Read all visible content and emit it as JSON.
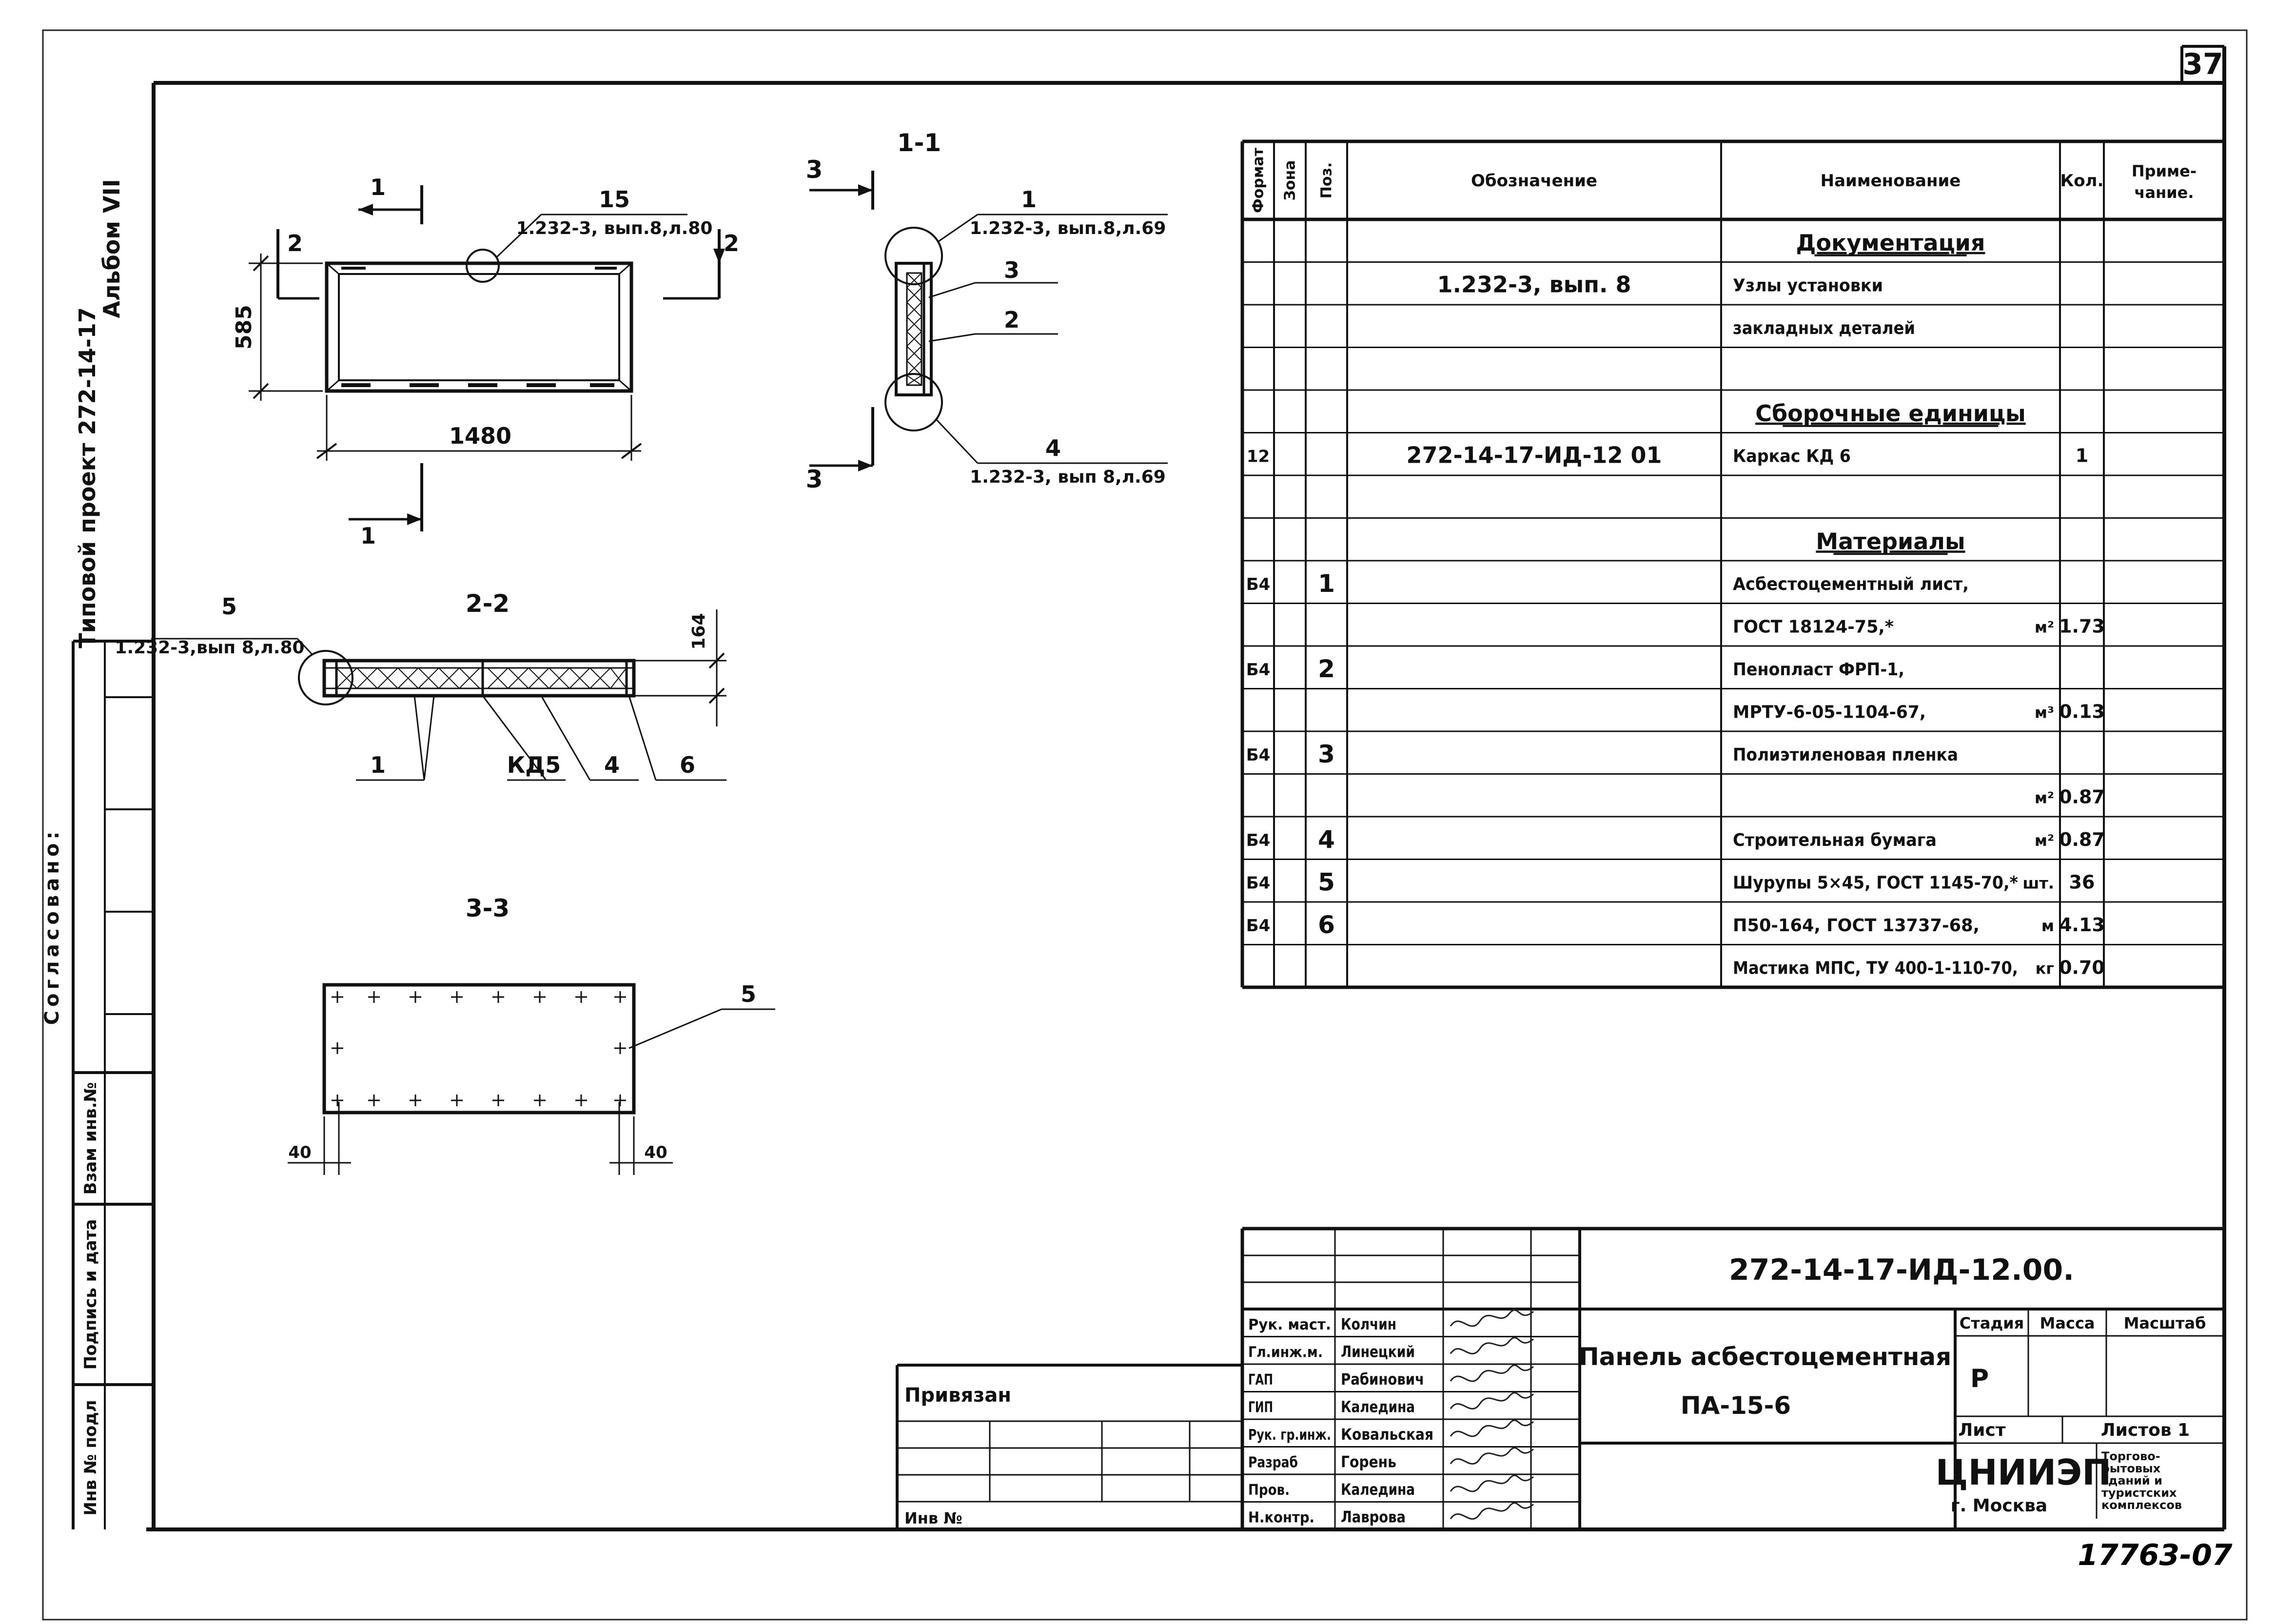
{
  "sheet": {
    "page_number": "37",
    "album": "Альбом VII",
    "project": "Типовой проект 272-14-17",
    "agreed": "Согласовано:",
    "inventory_code": "17763-07"
  },
  "binding": {
    "inv_exchange": "Взам инв.№",
    "sign_date": "Подпись и дата",
    "inv_orig": "Инв № подл"
  },
  "section_1_1": {
    "title": "1-1",
    "cut_label": "3",
    "callout_top": {
      "num": "1",
      "ref": "1.232-3, вып.8,л.69"
    },
    "callout_bottom": {
      "num": "4",
      "ref": "1.232-3, вып 8,л.69"
    },
    "pos_labels": [
      "3",
      "2"
    ]
  },
  "plan_view": {
    "dim_length": "1480",
    "dim_width": "585",
    "cut_top": "1",
    "cut_bottom": "1",
    "cut_right": "2",
    "cut_left": "2",
    "callout": {
      "num": "15",
      "ref": "1.232-3, вып.8,л.80"
    }
  },
  "section_2_2": {
    "title": "2-2",
    "dim": "164",
    "callout": {
      "num": "5",
      "ref": "1.232-3,вып 8,л.80"
    },
    "labels": [
      "1",
      "КД5",
      "4",
      "6"
    ]
  },
  "section_3_3": {
    "title": "3-3",
    "pos": "5",
    "dim_left": "40",
    "dim_right": "40"
  },
  "spec_table": {
    "headers": [
      "Формат",
      "Зона",
      "Поз.",
      "Обозначение",
      "Наименование",
      "Кол.",
      "Приме-\nчание."
    ],
    "rows": [
      {
        "fmt": "",
        "zone": "",
        "pos": "",
        "des": "",
        "name": "Документация",
        "qty": "",
        "unit": "",
        "note": "",
        "heading": true
      },
      {
        "fmt": "",
        "zone": "",
        "pos": "",
        "des": "1.232-3, вып. 8",
        "name": "Узлы установки",
        "qty": "",
        "unit": "",
        "note": ""
      },
      {
        "fmt": "",
        "zone": "",
        "pos": "",
        "des": "",
        "name": "закладных деталей",
        "qty": "",
        "unit": "",
        "note": ""
      },
      {
        "fmt": "",
        "zone": "",
        "pos": "",
        "des": "",
        "name": "",
        "qty": "",
        "unit": "",
        "note": ""
      },
      {
        "fmt": "",
        "zone": "",
        "pos": "",
        "des": "",
        "name": "Сборочные единицы",
        "qty": "",
        "unit": "",
        "note": "",
        "heading": true
      },
      {
        "fmt": "12",
        "zone": "",
        "pos": "",
        "des": "272-14-17-ИД-12 01",
        "name": "Каркас КД 6",
        "qty": "1",
        "unit": "",
        "note": ""
      },
      {
        "fmt": "",
        "zone": "",
        "pos": "",
        "des": "",
        "name": "",
        "qty": "",
        "unit": "",
        "note": ""
      },
      {
        "fmt": "",
        "zone": "",
        "pos": "",
        "des": "",
        "name": "Материалы",
        "qty": "",
        "unit": "",
        "note": "",
        "heading": true
      },
      {
        "fmt": "Б4",
        "zone": "",
        "pos": "1",
        "des": "",
        "name": "Асбестоцементный лист,",
        "qty": "",
        "unit": "",
        "note": ""
      },
      {
        "fmt": "",
        "zone": "",
        "pos": "",
        "des": "",
        "name": "ГОСТ 18124-75,*",
        "qty": "1.73",
        "unit": "м²",
        "note": ""
      },
      {
        "fmt": "Б4",
        "zone": "",
        "pos": "2",
        "des": "",
        "name": "Пенопласт ФРП-1,",
        "qty": "",
        "unit": "",
        "note": ""
      },
      {
        "fmt": "",
        "zone": "",
        "pos": "",
        "des": "",
        "name": "МРТУ-6-05-1104-67,",
        "qty": "0.13",
        "unit": "м³",
        "note": ""
      },
      {
        "fmt": "Б4",
        "zone": "",
        "pos": "3",
        "des": "",
        "name": "Полиэтиленовая пленка",
        "qty": "",
        "unit": "",
        "note": ""
      },
      {
        "fmt": "",
        "zone": "",
        "pos": "",
        "des": "",
        "name": "",
        "qty": "0.87",
        "unit": "м²",
        "note": ""
      },
      {
        "fmt": "Б4",
        "zone": "",
        "pos": "4",
        "des": "",
        "name": "Строительная бумага",
        "qty": "0.87",
        "unit": "м²",
        "note": ""
      },
      {
        "fmt": "Б4",
        "zone": "",
        "pos": "5",
        "des": "",
        "name": "Шурупы 5×45, ГОСТ 1145-70,*",
        "qty": "36",
        "unit": "шт.",
        "note": ""
      },
      {
        "fmt": "Б4",
        "zone": "",
        "pos": "6",
        "des": "",
        "name": "П50-164, ГОСТ 13737-68,",
        "qty": "4.13",
        "unit": "м",
        "note": ""
      },
      {
        "fmt": "",
        "zone": "",
        "pos": "",
        "des": "",
        "name": "Мастика МПС, ТУ 400-1-110-70,",
        "qty": "0.70",
        "unit": "кг",
        "note": ""
      }
    ]
  },
  "title_block": {
    "doc_number": "272-14-17-ИД-12.00.",
    "title_line1": "Панель асбестоцементная",
    "title_line2": "ПА-15-6",
    "staff": [
      {
        "role": "Рук. маст.",
        "name": "Колчин"
      },
      {
        "role": "Гл.инж.м.",
        "name": "Линецкий"
      },
      {
        "role": "ГАП",
        "name": "Рабинович"
      },
      {
        "role": "ГИП",
        "name": "Калединa"
      },
      {
        "role": "Рук. гр.инж.",
        "name": "Ковальская"
      },
      {
        "role": "Разраб",
        "name": "Горень"
      },
      {
        "role": "Пров.",
        "name": "Калединa"
      },
      {
        "role": "Н.контр.",
        "name": "Лаврова"
      }
    ],
    "signature_gorem": "Горень",
    "stage_label": "Стадия",
    "mass_label": "Масса",
    "scale_label": "Масштаб",
    "stage_value": "Р",
    "sheet_label": "Лист",
    "sheets_label": "Листов 1",
    "org_name": "ЦНИИЭП",
    "org_city": "г. Москва",
    "org_dept": [
      "Торгово-",
      "бытовых",
      "зданий и",
      "туристских",
      "комплексов"
    ],
    "tied_label": "Привязан",
    "inv_label": "Инв №"
  }
}
